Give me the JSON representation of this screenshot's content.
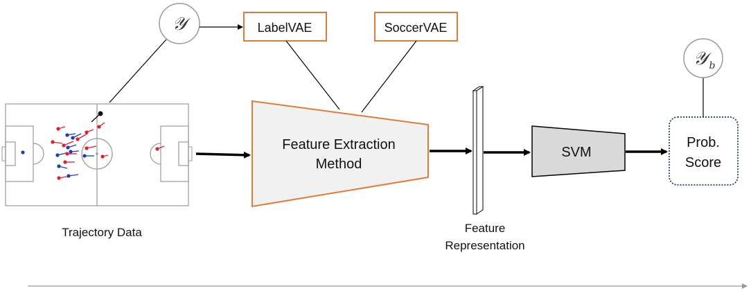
{
  "pitch": {
    "caption": "Trajectory Data",
    "ball_color": "#111111",
    "team_colors": [
      "#e0202a",
      "#1f3bbf"
    ]
  },
  "label_symbol": "𝒴",
  "label_b_symbol": "𝒴",
  "label_b_sub": "b",
  "methods": [
    "LabelVAE",
    "SoccerVAE"
  ],
  "extractor": {
    "line1": "Feature  Extraction",
    "line2": "Method",
    "border_color": "#e07b39"
  },
  "feature_rep": {
    "line1": "Feature",
    "line2": "Representation"
  },
  "svm": {
    "label": "SVM"
  },
  "prob": {
    "line1": "Prob.",
    "line2": "Score",
    "border_color": "#1f3a7a"
  }
}
